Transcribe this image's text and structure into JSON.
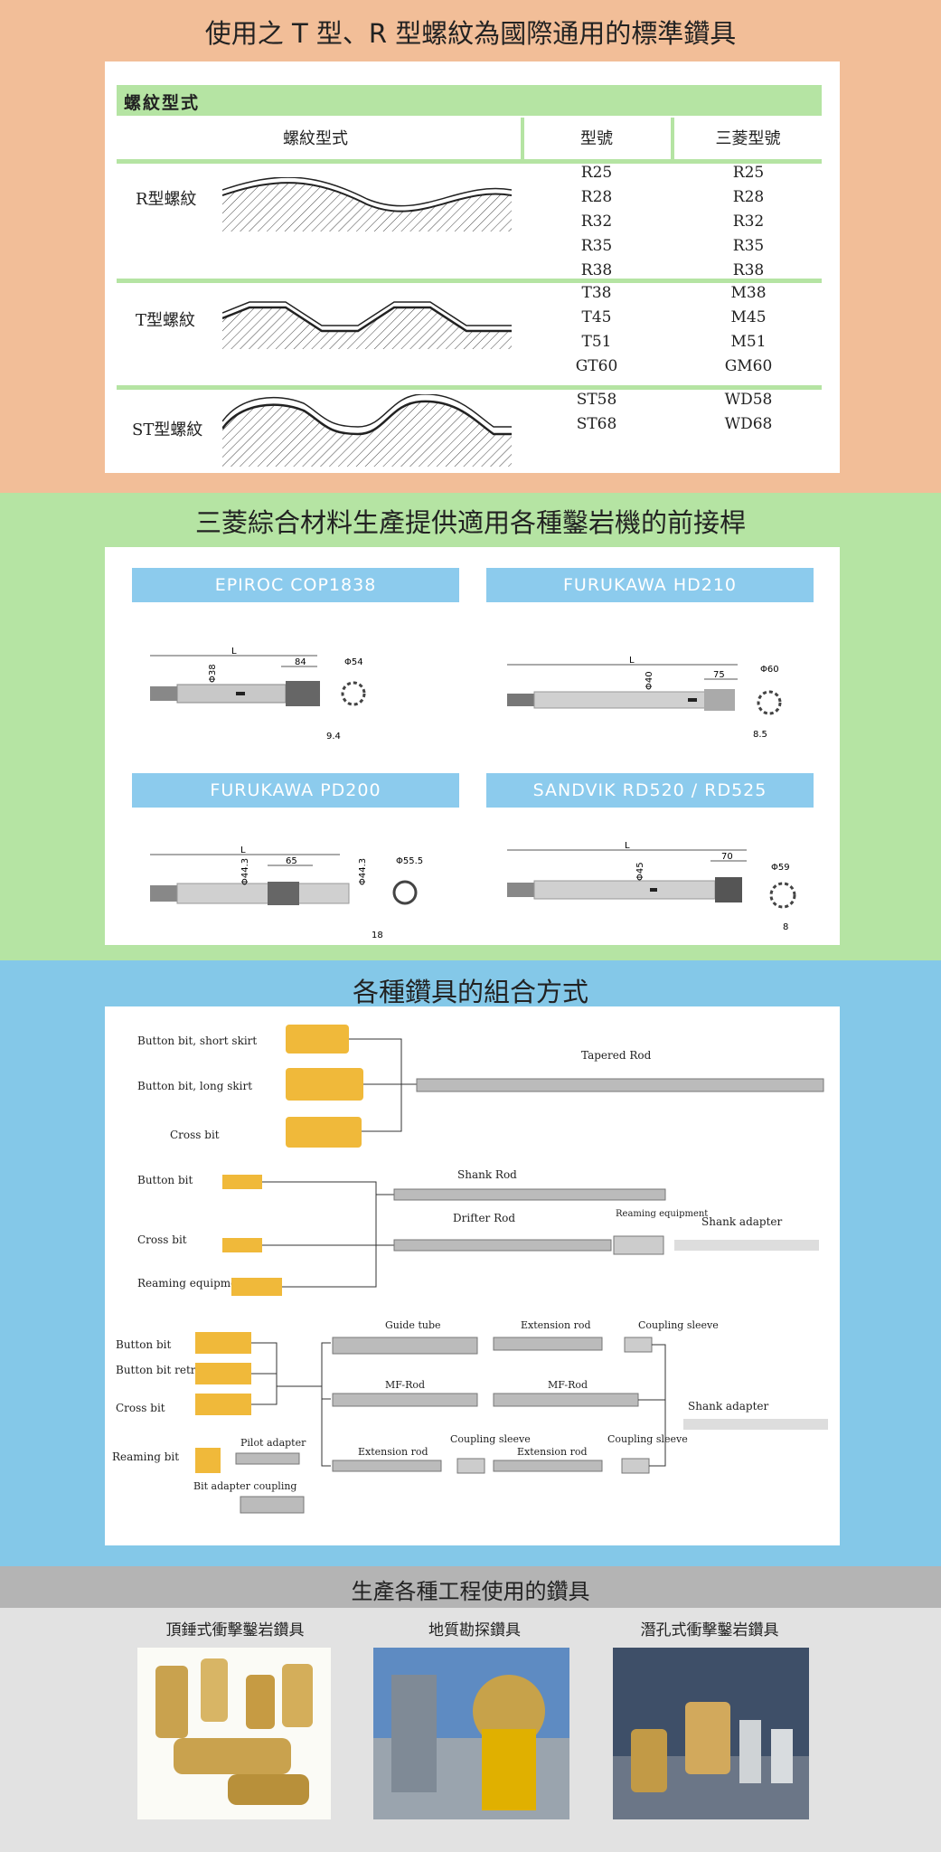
{
  "section1": {
    "title": "使用之 T 型、R 型螺紋為國際通用的標準鑽具",
    "table_title": "螺紋型式",
    "headers": [
      "螺紋型式",
      "型號",
      "三菱型號"
    ],
    "rows": [
      {
        "label": "R型螺紋",
        "models": [
          "R25",
          "R28",
          "R32",
          "R35",
          "R38"
        ],
        "mitsubishi": [
          "R25",
          "R28",
          "R32",
          "R35",
          "R38"
        ]
      },
      {
        "label": "T型螺紋",
        "models": [
          "T38",
          "T45",
          "T51",
          "GT60"
        ],
        "mitsubishi": [
          "M38",
          "M45",
          "M51",
          "GM60"
        ]
      },
      {
        "label": "ST型螺紋",
        "models": [
          "ST58",
          "ST68"
        ],
        "mitsubishi": [
          "WD58",
          "WD68"
        ]
      }
    ]
  },
  "section2": {
    "title": "三菱綜合材料生產提供適用各種鑿岩機的前接桿",
    "shanks": [
      {
        "name": "EPIROC  COP1838",
        "dims": [
          "L",
          "84",
          "Φ38",
          "Φ54",
          "9.4"
        ]
      },
      {
        "name": "FURUKAWA   HD210",
        "dims": [
          "L",
          "75",
          "Φ40",
          "Φ60",
          "8.5"
        ]
      },
      {
        "name": "FURUKAWA   PD200",
        "dims": [
          "L",
          "65",
          "Φ44.3",
          "Φ44.3",
          "Φ55.5",
          "18"
        ]
      },
      {
        "name": "SANDVIK  RD520 / RD525",
        "dims": [
          "L",
          "70",
          "Φ45",
          "Φ59",
          "8"
        ]
      }
    ]
  },
  "section3": {
    "title": "各種鑽具的組合方式",
    "group1": {
      "bits": [
        "Button bit, short skirt",
        "Button bit, long skirt",
        "Cross bit"
      ],
      "rod": "Tapered Rod"
    },
    "group2": {
      "bits": [
        "Button bit",
        "Cross bit",
        "Reaming equipment"
      ],
      "rods": [
        "Shank Rod",
        "Drifter Rod"
      ],
      "reaming": "Reaming equipment",
      "adapter": "Shank adapter"
    },
    "group3": {
      "bits": [
        "Button bit",
        "Button bit retrac",
        "Cross bit",
        "Reaming bit"
      ],
      "pilot": "Pilot adapter",
      "coupling": "Bit adapter coupling",
      "parts": [
        "Guide tube",
        "Extension rod",
        "Coupling sleeve",
        "MF-Rod",
        "MF-Rod",
        "Extension rod",
        "Coupling sleeve",
        "Extension rod",
        "Coupling sleeve"
      ],
      "adapter": "Shank adapter"
    }
  },
  "section4": {
    "title": "生產各種工程使用的鑽具",
    "photos": [
      "頂錘式衝擊鑿岩鑽具",
      "地質勘探鑽具",
      "潛孔式衝擊鑿岩鑽具"
    ]
  },
  "colors": {
    "peach": "#f2be98",
    "green": "#b5e4a3",
    "blue": "#84c8e8",
    "gray": "#e2e2e2",
    "header_blue": "#8ccbed"
  }
}
